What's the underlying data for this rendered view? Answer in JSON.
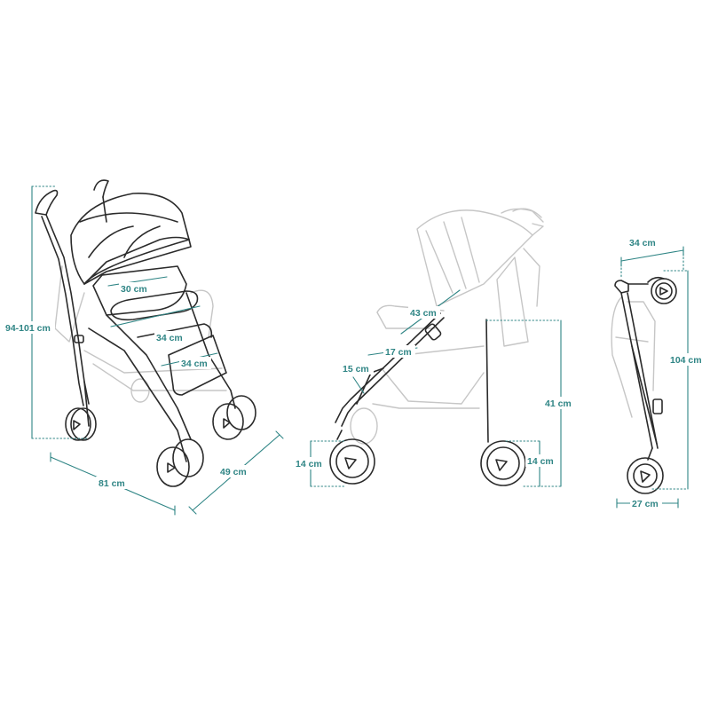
{
  "colors": {
    "dimension": "#2f8585",
    "outline": "#2b2b2b",
    "faded": "#c6c6c6"
  },
  "views": {
    "angled": {
      "height": "94-101 cm",
      "length": "81 cm",
      "width": "49 cm",
      "backrest": "30 cm",
      "seat_depth": "34 cm",
      "seat_width": "34 cm"
    },
    "side": {
      "backrest_length": "43 cm",
      "seat_length": "17 cm",
      "footrest": "15 cm",
      "seat_height": "41 cm",
      "front_wheel": "14 cm",
      "rear_wheel": "14 cm"
    },
    "folded": {
      "top_width": "34 cm",
      "height": "104 cm",
      "bottom_width": "27 cm"
    }
  }
}
